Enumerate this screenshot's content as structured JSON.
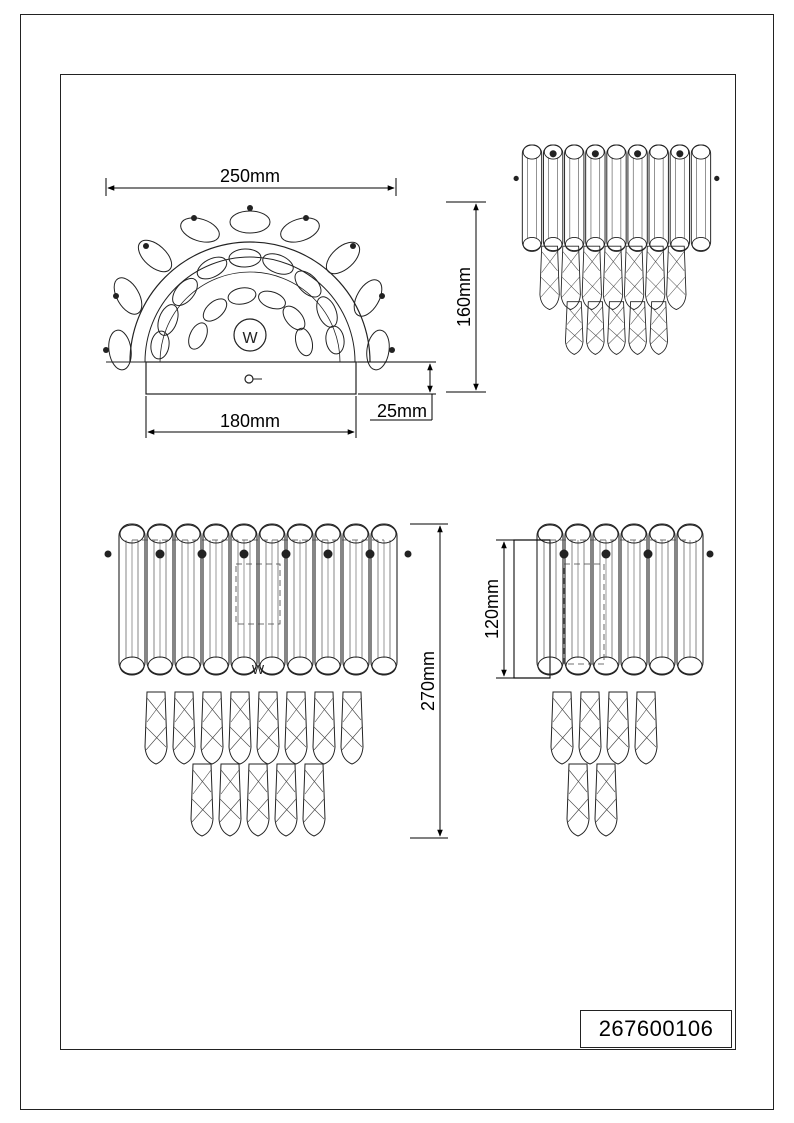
{
  "drawing": {
    "dimensions": {
      "top_width": "250mm",
      "base_width": "180mm",
      "base_depth": "25mm",
      "top_height": "160mm",
      "front_height": "270mm",
      "side_height": "120mm"
    },
    "product_code": "267600106"
  },
  "colors": {
    "line": "#222222",
    "background": "#ffffff"
  }
}
